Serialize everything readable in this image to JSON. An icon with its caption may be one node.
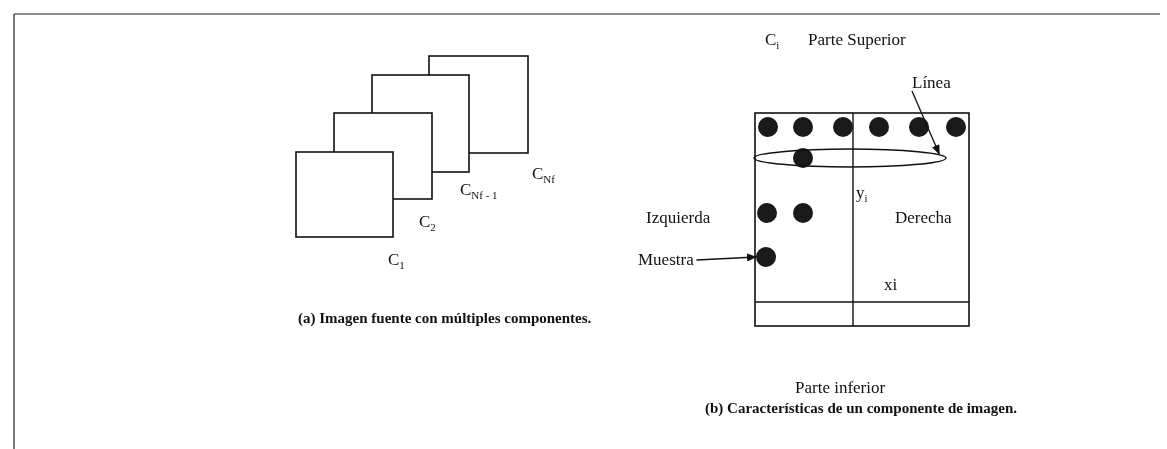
{
  "diagram": {
    "nodes": [
      {
        "text": [
          "Línea"
        ]
      },
      {
        "text": [],
        "shape": "ellipse"
      },
      {
        "text": [
          "Muestra"
        ]
      },
      {
        "text": [],
        "shape": "circle"
      }
    ],
    "edges": [
      {
        "from": 0,
        "to": 1,
        "arrow": "to"
      },
      {
        "from": 2,
        "to": 3,
        "arrow": "to"
      }
    ],
    "labels": [
      "C$_{i}$",
      "Parte Superior",
      "C$_{Nf}$",
      "y$_{i}$",
      "C$_{Nf - 1}$",
      "Izquierda",
      "Derecha",
      "C$_{2}$",
      "C$_{1}$",
      "xi",
      "(a) Imagen fuente con múltiples componentes.",
      "Parte inferior",
      "(b) Características de un componente de imagen."
    ]
  }
}
